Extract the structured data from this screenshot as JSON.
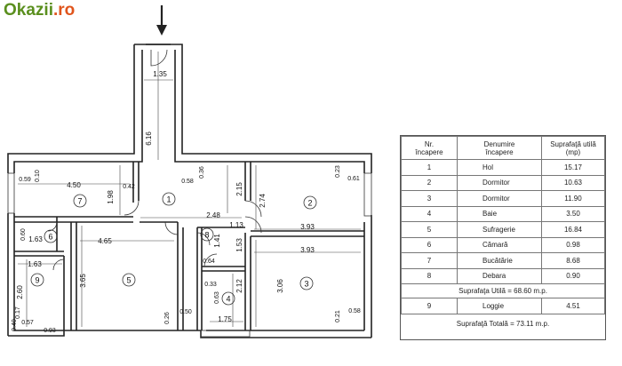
{
  "logo": {
    "brand": "Okazii",
    "suffix": ".ro"
  },
  "table": {
    "header": {
      "nr": "Nr.\nîncapere",
      "name": "Denumire\nîncapere",
      "area": "Suprafaţă utilă\n(mp)"
    },
    "rows": [
      {
        "nr": "1",
        "name": "Hol",
        "area": "15.17"
      },
      {
        "nr": "2",
        "name": "Dormitor",
        "area": "10.63"
      },
      {
        "nr": "3",
        "name": "Dormitor",
        "area": "11.90"
      },
      {
        "nr": "4",
        "name": "Baie",
        "area": "3.50"
      },
      {
        "nr": "5",
        "name": "Sufragerie",
        "area": "16.84"
      },
      {
        "nr": "6",
        "name": "Cămară",
        "area": "0.98"
      },
      {
        "nr": "7",
        "name": "Bucătărie",
        "area": "8.68"
      },
      {
        "nr": "8",
        "name": "Debara",
        "area": "0.90"
      }
    ],
    "util": "Suprafaţa  Utilă = 68.60 m.p.",
    "loggie": {
      "nr": "9",
      "name": "Loggie",
      "area": "4.51"
    },
    "total": "Suprafaţă  Totală = 73.11 m.p."
  },
  "plan": {
    "room_numbers": [
      "1",
      "2",
      "3",
      "4",
      "5",
      "6",
      "7",
      "8",
      "9"
    ],
    "dims": [
      "1.35",
      "6.16",
      "0.36",
      "0.58",
      "2.15",
      "2.74",
      "0.23",
      "0.61",
      "0.10",
      "0.59",
      "4.50",
      "0.42",
      "1.98",
      "2.48",
      "1.13",
      "3.93",
      "0.60",
      "1.63",
      "4.65",
      "1.41",
      "1.53",
      "3.93",
      "0.64",
      "1.63",
      "2.60",
      "3.65",
      "0.33",
      "0.63",
      "2.12",
      "3.06",
      "0.17",
      "0.40",
      "0.57",
      "0.93",
      "0.26",
      "0.50",
      "1.75",
      "0.21",
      "0.58"
    ]
  }
}
